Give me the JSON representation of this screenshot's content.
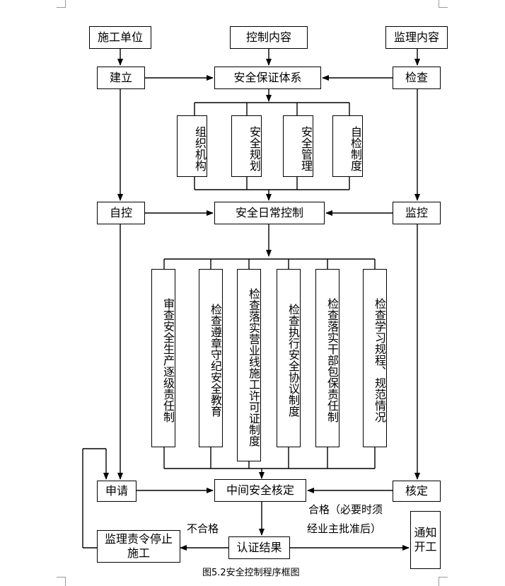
{
  "nodes": {
    "construction_unit": "施工单位",
    "control_content": "控制内容",
    "supervision_content": "监理内容",
    "establish": "建立",
    "safety_system": "安全保证体系",
    "inspect": "检查",
    "organization": "组织机构",
    "safety_plan": "安全规划",
    "safety_management": "安全管理",
    "self_check_system": "自检制度",
    "self_control": "自控",
    "daily_control": "安全日常控制",
    "monitor": "监控",
    "item_1": "审查安全生产逐级责任制",
    "item_2": "检查遵章守纪安全教育",
    "item_3": "检查落实营业线施工许可证制度",
    "item_4": "检查执行安全协议制度",
    "item_5": "检查落实干部包保责任制",
    "item_6": "检查学习规程、规范情况",
    "apply": "申请",
    "mid_check": "中间安全核定",
    "approve": "核定",
    "order_stop": "监理责令停止施工",
    "cert_result": "认证结果",
    "notify_start": "通知开工"
  },
  "labels": {
    "qualified_line1": "合格（必要时须",
    "qualified_line2": "经业主批准后）",
    "unqualified": "不合格"
  },
  "caption": "图5.2安全控制程序框图"
}
